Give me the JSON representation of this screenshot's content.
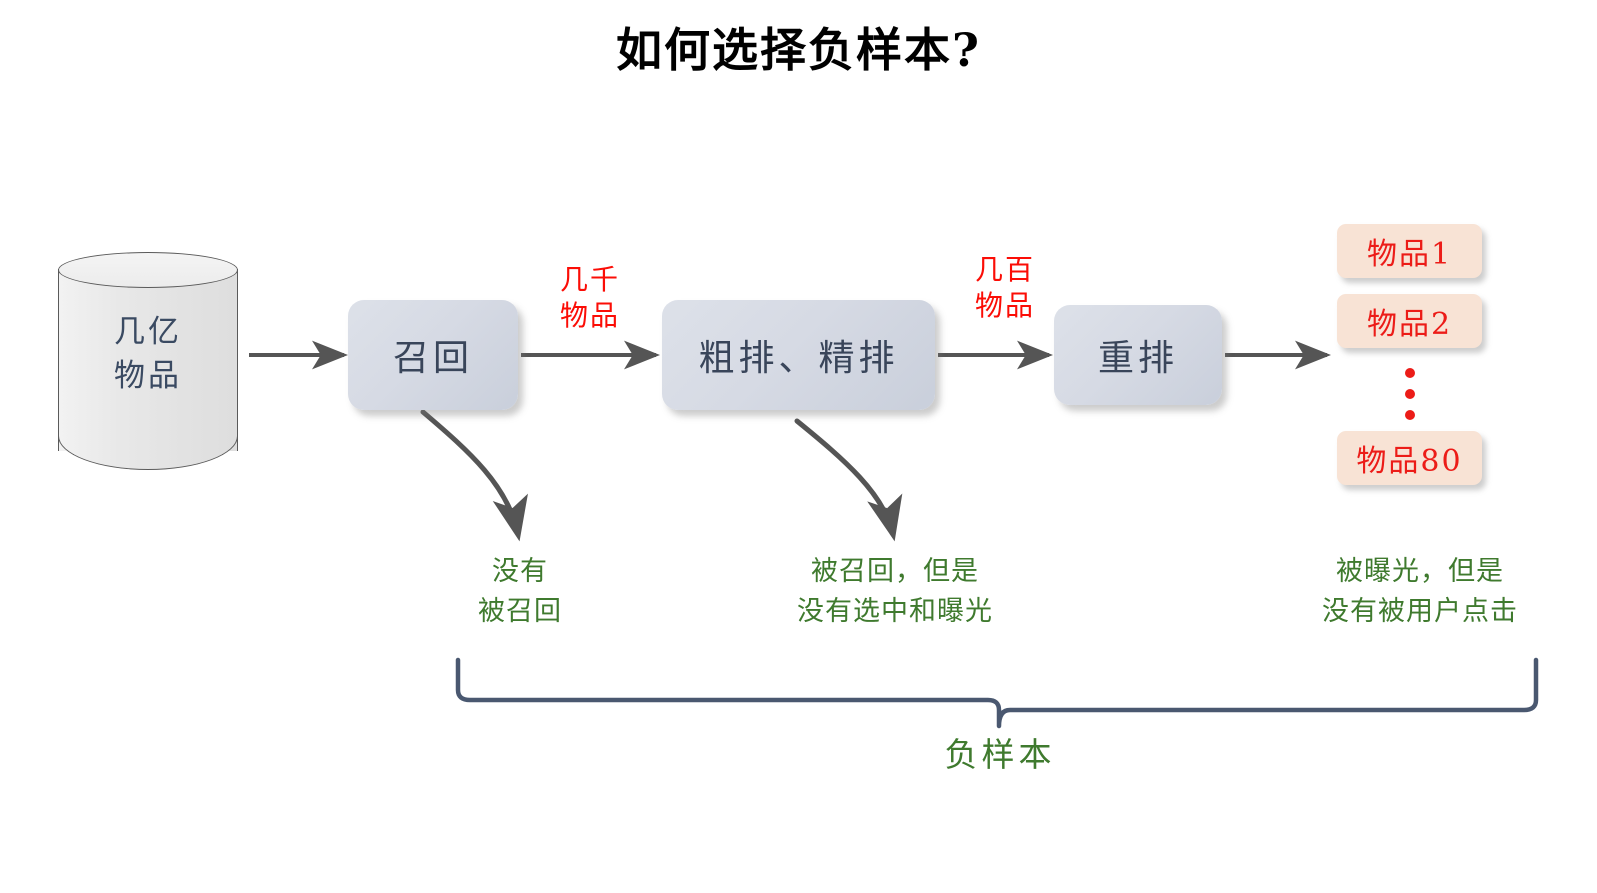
{
  "page": {
    "title": "如何选择负样本?",
    "background": "#ffffff"
  },
  "colors": {
    "title_text": "#000000",
    "stage_box_fill": "#d6dae4",
    "stage_box_text": "#39455a",
    "cylinder_fill": "#e9e9e9",
    "cylinder_stroke": "#5a5a5a",
    "item_chip_fill": "#f8e3d5",
    "item_chip_text": "#ec1c18",
    "quantity_label": "#fb0d06",
    "annotation_green": "#3f7a2e",
    "arrow_gray": "#555555",
    "brace_navy": "#4a5870"
  },
  "source": {
    "shape": "cylinder-database",
    "line1": "几亿",
    "line2": "物品"
  },
  "pipeline": {
    "stages": [
      {
        "id": "recall",
        "label": "召回"
      },
      {
        "id": "rank",
        "label": "粗排、精排"
      },
      {
        "id": "rerank",
        "label": "重排"
      }
    ],
    "flow_quantities": [
      {
        "id": "after-recall",
        "line1": "几千",
        "line2": "物品"
      },
      {
        "id": "after-rank",
        "line1": "几百",
        "line2": "物品"
      }
    ]
  },
  "results": {
    "items": [
      {
        "id": "item-1",
        "label": "物品1"
      },
      {
        "id": "item-2",
        "label": "物品2"
      },
      {
        "id": "item-last",
        "label": "物品80"
      }
    ],
    "ellipsis_symbol": "⋮"
  },
  "annotations": [
    {
      "id": "not-recalled",
      "line1": "没有",
      "line2": "被召回"
    },
    {
      "id": "recalled-not-impressed",
      "line1": "被召回，但是",
      "line2": "没有选中和曝光"
    },
    {
      "id": "impressed-not-clicked",
      "line1": "被曝光，但是",
      "line2": "没有被用户点击"
    }
  ],
  "brace": {
    "label": "负样本"
  }
}
